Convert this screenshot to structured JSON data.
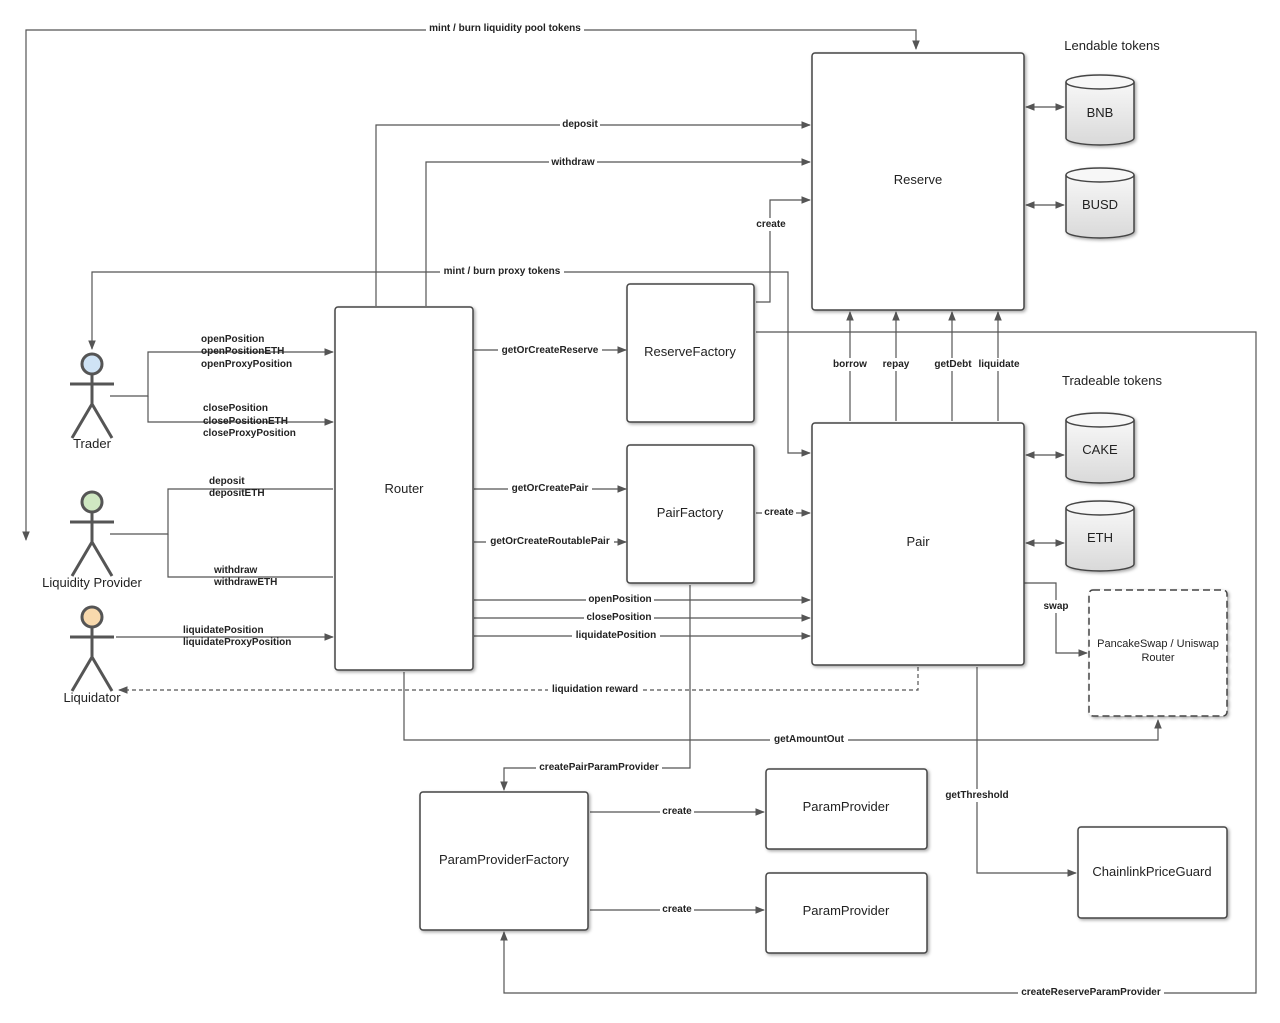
{
  "headings": {
    "lendable": "Lendable tokens",
    "tradeable": "Tradeable tokens"
  },
  "actors": {
    "trader": {
      "label": "Trader",
      "color": "#cfe3f5"
    },
    "liquidity_provider": {
      "label": "Liquidity Provider",
      "color": "#cfe8c2"
    },
    "liquidator": {
      "label": "Liquidator",
      "color": "#f8d9ad"
    }
  },
  "boxes": {
    "reserve": "Reserve",
    "router": "Router",
    "reserve_factory": "ReserveFactory",
    "pair_factory": "PairFactory",
    "pair": "Pair",
    "dex_router": [
      "PancakeSwap / Uniswap",
      "Router"
    ],
    "param_provider_factory": "ParamProviderFactory",
    "param_provider_1": "ParamProvider",
    "param_provider_2": "ParamProvider",
    "chainlink_price_guard": "ChainlinkPriceGuard"
  },
  "tokens": {
    "bnb": "BNB",
    "busd": "BUSD",
    "cake": "CAKE",
    "eth": "ETH"
  },
  "edges": {
    "mint_burn_lp": "mint / burn liquidity pool tokens",
    "deposit": "deposit",
    "withdraw": "withdraw",
    "mint_burn_proxy": "mint / burn proxy tokens",
    "create_reserve": "create",
    "trader_open": [
      "openPosition",
      "openPositionETH",
      "openProxyPosition"
    ],
    "trader_close": [
      "closePosition",
      "closePositionETH",
      "closeProxyPosition"
    ],
    "lp_deposit": [
      "deposit",
      "depositETH"
    ],
    "lp_withdraw": [
      "withdraw",
      "withdrawETH"
    ],
    "liquidator_liquidate": [
      "liquidatePosition",
      "liquidateProxyPosition"
    ],
    "get_or_create_reserve": "getOrCreateReserve",
    "get_or_create_pair": "getOrCreatePair",
    "get_or_create_routable_pair": "getOrCreateRoutablePair",
    "create_pair": "create",
    "borrow": "borrow",
    "repay": "repay",
    "get_debt": "getDebt",
    "liquidate": "liquidate",
    "open_position": "openPosition",
    "close_position": "closePosition",
    "liquidate_position": "liquidatePosition",
    "swap": "swap",
    "liquidation_reward": "liquidation reward",
    "get_amount_out": "getAmountOut",
    "create_pair_param_provider": "createPairParamProvider",
    "get_threshold": "getThreshold",
    "create_pp_1": "create",
    "create_pp_2": "create",
    "create_reserve_param_provider": "createReserveParamProvider"
  }
}
